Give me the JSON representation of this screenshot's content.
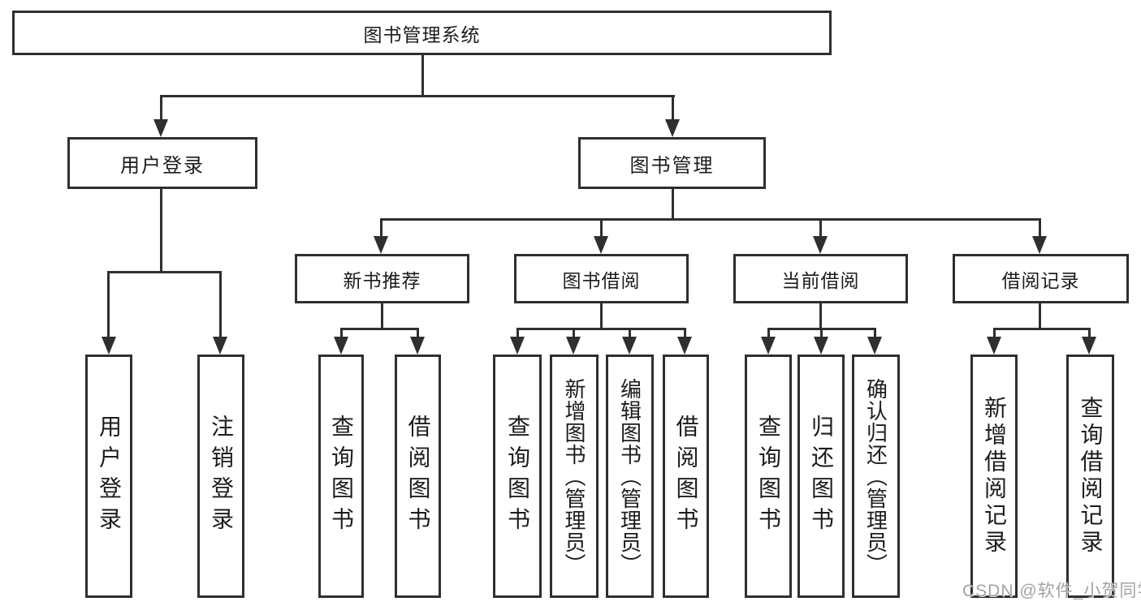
{
  "tree": {
    "root": {
      "label": "图书管理系统"
    },
    "branches": [
      {
        "label": "用户登录",
        "children": [
          {
            "label": "用户登录"
          },
          {
            "label": "注销登录"
          }
        ]
      },
      {
        "label": "图书管理",
        "children": [
          {
            "label": "新书推荐",
            "children": [
              {
                "label": "查询图书"
              },
              {
                "label": "借阅图书"
              }
            ]
          },
          {
            "label": "图书借阅",
            "children": [
              {
                "label": "查询图书"
              },
              {
                "label": "新增图书（管理员）"
              },
              {
                "label": "编辑图书（管理员）"
              },
              {
                "label": "借阅图书"
              }
            ]
          },
          {
            "label": "当前借阅",
            "children": [
              {
                "label": "查询图书"
              },
              {
                "label": "归还图书"
              },
              {
                "label": "确认归还（管理员）"
              }
            ]
          },
          {
            "label": "借阅记录",
            "children": [
              {
                "label": "新增借阅记录"
              },
              {
                "label": "查询借阅记录"
              }
            ]
          }
        ]
      }
    ]
  },
  "watermark": {
    "text": "CSDN @软件_小贺同学"
  },
  "colors": {
    "line": "#2f2f2f",
    "text": "#1c1c1c",
    "background": "#ffffff",
    "watermark": "#a3a3a3"
  }
}
